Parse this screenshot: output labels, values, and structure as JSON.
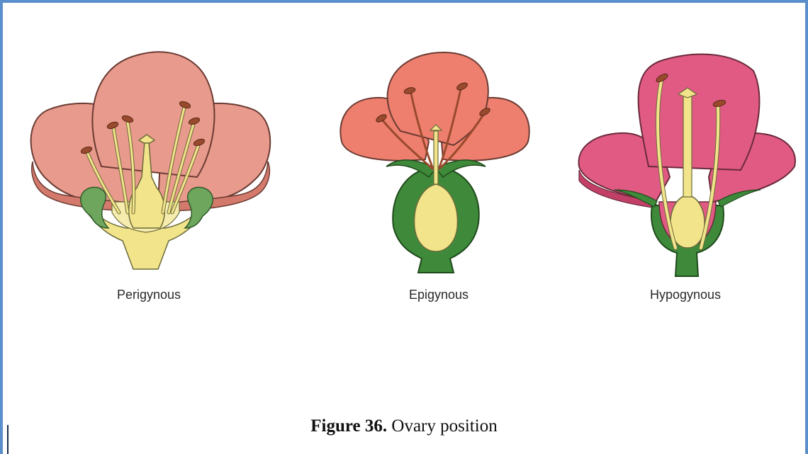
{
  "figure": {
    "flowers": [
      {
        "label": "Perigynous",
        "petal_color": "#e89a8c",
        "petal_shadow": "#d47a6c"
      },
      {
        "label": "Epigynous",
        "petal_color": "#ee7f6e",
        "petal_shadow": "#d9604f"
      },
      {
        "label": "Hypogynous",
        "petal_color": "#e05a84",
        "petal_shadow": "#c24068"
      }
    ],
    "colors": {
      "stem_green": "#3f8a3a",
      "leaf_green": "#6ea65d",
      "ovary_yellow": "#f2e48a",
      "stamen_brown": "#9a4a2c",
      "frame_blue": "#5b8fcb"
    },
    "caption": {
      "bold": "Figure 36.",
      "text": " Ovary position"
    }
  }
}
